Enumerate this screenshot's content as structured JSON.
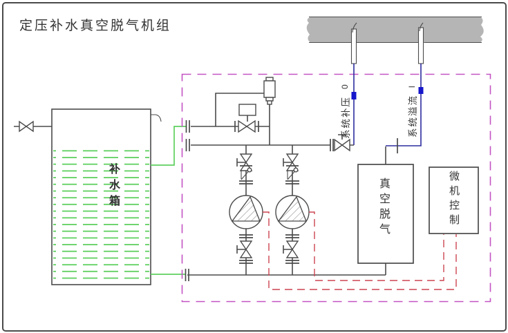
{
  "title": "定压补水真空脱气机组",
  "colors": {
    "ink": "#4a4a4a",
    "green": "#5ecf5e",
    "blue": "#2b2b9e",
    "blue-mark": "#1616cc",
    "magenta": "#c353c3",
    "red": "#cc4450",
    "pipe-gray": "#b5b5b5",
    "text": "#333333"
  },
  "tank": {
    "label": "补水箱"
  },
  "main_pipe": {
    "supply": {
      "label": "系统补压",
      "glyph": "0"
    },
    "overflow": {
      "label": "系统溢流",
      "glyph": "l"
    }
  },
  "unit": {
    "degasser_label": "真空脱气",
    "controller_label": "微机控制"
  }
}
